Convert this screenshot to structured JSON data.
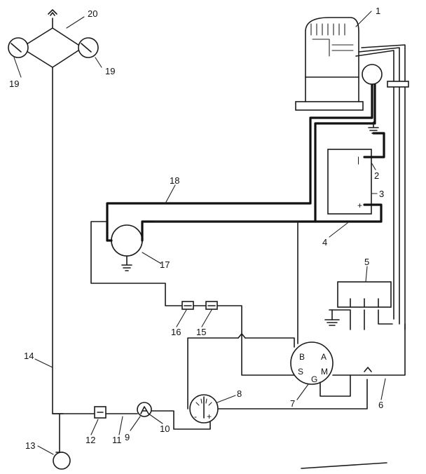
{
  "labels": {
    "c1": "1",
    "c2": "2",
    "c3": "3",
    "c4": "4",
    "c5": "5",
    "c6": "6",
    "c7": "7",
    "c8": "8",
    "c9": "9",
    "c10": "10",
    "c11": "11",
    "c12": "12",
    "c13": "13",
    "c14": "14",
    "c15": "15",
    "c16": "16",
    "c17": "17",
    "c18": "18",
    "c19_left": "19",
    "c19_right": "19",
    "c20": "20"
  },
  "regulator_terminals": {
    "b": "B",
    "a": "A",
    "s": "S",
    "g": "G",
    "m": "M"
  },
  "battery_terminals": {
    "neg": "|",
    "pos": "+"
  },
  "ammeter_signs": {
    "neg": "-",
    "pos": "+"
  }
}
